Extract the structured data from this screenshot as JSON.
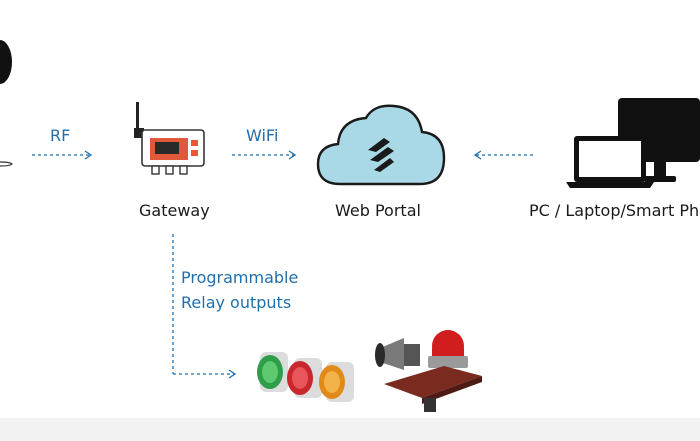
{
  "arrows": {
    "rf": "RF",
    "wifi": "WiFi"
  },
  "nodes": {
    "gateway": "Gateway",
    "web_portal": "Web Portal",
    "devices": "PC / Laptop/Smart Ph"
  },
  "relay": {
    "line1": "Programmable",
    "line2": "Relay outputs"
  },
  "colors": {
    "accent_blue": "#1f6fae",
    "cloud_fill": "#a9d8e6",
    "gateway_red": "#e05a3a"
  }
}
